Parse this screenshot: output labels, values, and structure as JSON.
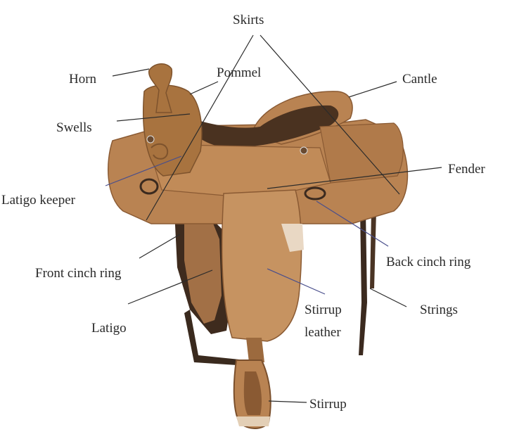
{
  "labels": {
    "skirts": "Skirts",
    "horn": "Horn",
    "pommel": "Pommel",
    "cantle": "Cantle",
    "swells": "Swells",
    "latigo_keeper": "Latigo keeper",
    "fender": "Fender",
    "front_cinch_ring": "Front cinch ring",
    "back_cinch_ring": "Back cinch ring",
    "latigo": "Latigo",
    "stirrup_leather_line1": "Stirrup",
    "stirrup_leather_line2": "leather",
    "strings": "Strings",
    "stirrup": "Stirrup"
  },
  "colors": {
    "leather": "#b98352",
    "leather_dark": "#8a5a33",
    "seat": "#4a3220",
    "strap": "#3b2a1f",
    "tooling": "#9c6a3e"
  }
}
